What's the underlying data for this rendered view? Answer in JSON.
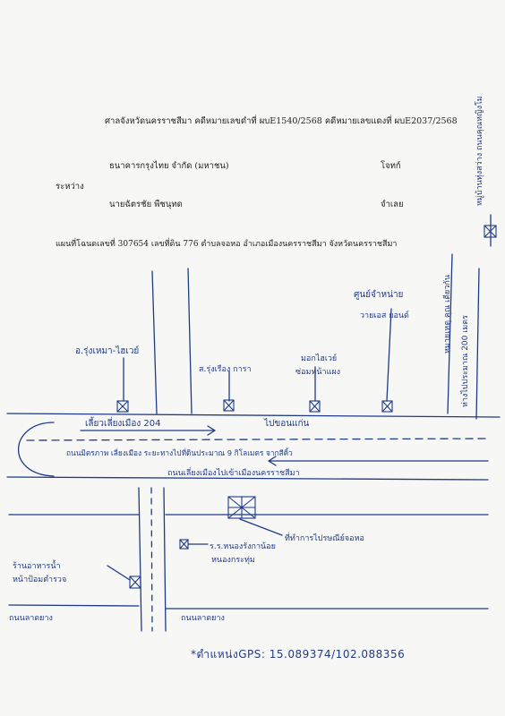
{
  "header": {
    "court_line": "ศาลจังหวัดนครราชสีมา  คดีหมายเลขดำที่ ผบE1540/2568  คดีหมายเลขแดงที่ ผบE2037/2568",
    "plaintiff_name": "ธนาคารกรุงไทย จำกัด (มหาชน)",
    "plaintiff_role": "โจทก์",
    "between_label": "ระหว่าง",
    "defendant_name": "นายฉัตรชัย พืชนุทด",
    "defendant_role": "จำเลย",
    "deed_line": "แผนที่โฉนดเลขที่ 307654 เลขที่ดิน 776 ตำบลจอหอ อำเภอเมืองนครราชสีมา จังหวัดนครราชสีมา"
  },
  "map": {
    "label_tr_lot": "หมู่บ้านทุ่งสว่าง ถนนคุณหญิงโม",
    "label_to_branch": "หมายเหตุ คุณ เดียวกัน",
    "label_dist": "ห่างไปประมาณ 200 เมตร",
    "label_center": "ศูนย์จำหน่าย",
    "label_center2": "วายเอส ยอนด์",
    "label_shop_left": "อ.รุ่งเหมา-ไฮเวย์",
    "label_shop_mid": "ส.รุ่งเรือง การา",
    "label_shop_right": "มอกไฮเวย์",
    "label_shop_right2": "ซ่อมหน้าแผง",
    "label_road_top": "เลี้ยวเลี่ยงเมือง 204",
    "label_to_khonkaen": "ไปขอนแก่น",
    "label_main_road": "ถนนมิตรภาพ เลี่ยงเมือง  ระยะทางไปที่ดินประมาณ 9 กิโลเมตร จากสีคิ้ว",
    "label_main_road2": "ถนนเลี่ยงเมืองไปเข้าเมืองนครราชสีมา",
    "label_school": "ที่ทำการไปรษณีย์จอหอ",
    "label_temple": "ร.ร.หนองรังกาน้อย",
    "label_temple2": "หนองกระทุ่ม",
    "label_left_bottom": "ร้านอาหารน้ำ",
    "label_left_bottom2": "หน้าป้อมตำรวจ",
    "label_road_bottom_left": "ถนนลาดยาง",
    "label_road_bottom_right": "ถนนลาดยาง",
    "gps": "*ตำแหน่งGPS: 15.089374/102.088356"
  }
}
